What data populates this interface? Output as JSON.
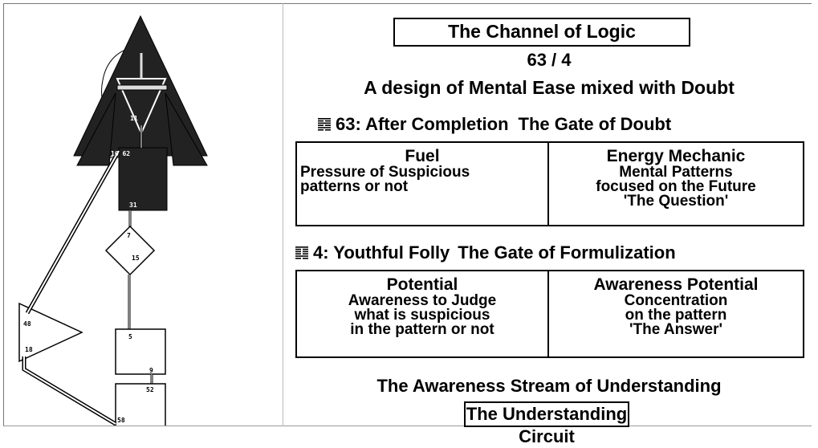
{
  "channel": {
    "title": "The Channel of Logic",
    "ratio": "63 / 4",
    "design": "A design of Mental Ease mixed with Doubt"
  },
  "gate_63": {
    "name": "63: After Completion",
    "gate_name": "The Gate of Doubt",
    "left": {
      "heading": "Fuel",
      "lines": [
        "Pressure of Suspicious",
        "patterns or not"
      ]
    },
    "right": {
      "heading": "Energy Mechanic",
      "lines": [
        "Mental Patterns",
        "focused on the Future",
        "'The Question'"
      ]
    }
  },
  "gate_4": {
    "name": "4: Youthful Folly",
    "gate_name": "The Gate of Formulization",
    "left": {
      "heading": "Potential",
      "lines": [
        "Awareness to Judge",
        "what is suspicious",
        "in the pattern or not"
      ]
    },
    "right": {
      "heading": "Awareness Potential",
      "lines": [
        "Concentration",
        "on the pattern",
        "'The Answer'"
      ]
    }
  },
  "stream": "The Awareness Stream of Understanding",
  "circuit": "The Understanding Circuit",
  "bodygraph_labels": {
    "ajna_top": "11",
    "throat_left": "16 62",
    "throat_bottom": "31",
    "g_center": "7",
    "g_center_2": "15",
    "spleen": "48",
    "spleen_2": "18",
    "sacral": "5",
    "sacral_bottom": "9",
    "root_top": "52",
    "root_bottom": "58"
  },
  "colors": {
    "center_fill": "#222222",
    "line": "#000000",
    "background": "#ffffff"
  }
}
